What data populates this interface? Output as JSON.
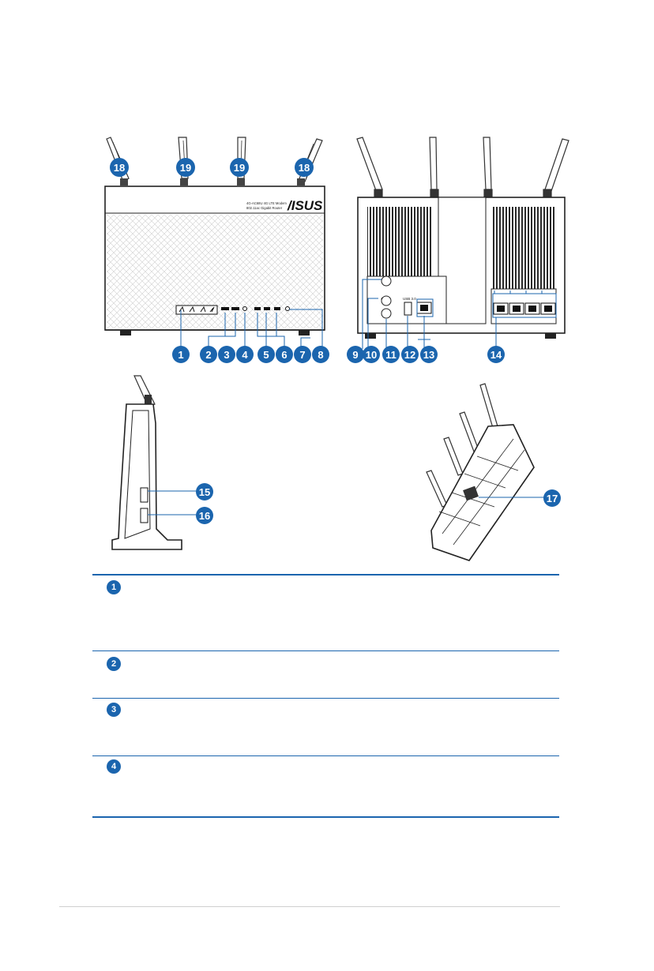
{
  "figure": {
    "brand_logo": "/ISUS",
    "model_text": [
      "4G-AC68U 4G LTE Modem",
      "802.11ac Gigabit Router"
    ],
    "port_label_usb": "USB 3.0",
    "accent_color": "#1b65ae",
    "callouts": [
      "1",
      "2",
      "3",
      "4",
      "5",
      "6",
      "7",
      "8",
      "9",
      "10",
      "11",
      "12",
      "13",
      "14",
      "15",
      "16",
      "17",
      "18",
      "19"
    ]
  },
  "legend": {
    "rows": [
      {
        "number": "1"
      },
      {
        "number": "2"
      },
      {
        "number": "3"
      },
      {
        "number": "4"
      }
    ]
  }
}
